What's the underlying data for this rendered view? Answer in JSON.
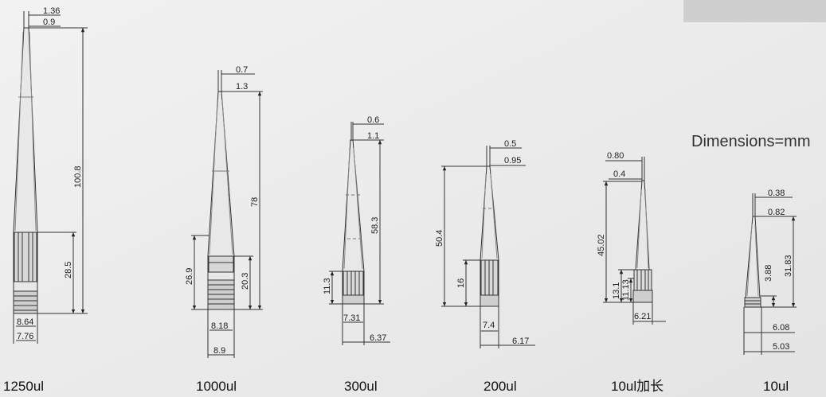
{
  "note": "Dimensions=mm",
  "tips": [
    {
      "caption": "1250ul",
      "dims": [
        "1.36",
        "0.9",
        "100.8",
        "28.5",
        "8.64",
        "7.76"
      ]
    },
    {
      "caption": "1000ul",
      "dims": [
        "0.7",
        "1.3",
        "78",
        "26.9",
        "20.3",
        "8.18",
        "8.9"
      ]
    },
    {
      "caption": "300ul",
      "dims": [
        "0.6",
        "1.1",
        "58.3",
        "11.3",
        "7.31",
        "6.37"
      ]
    },
    {
      "caption": "200ul",
      "dims": [
        "0.5",
        "0.95",
        "50.4",
        "16",
        "7.4",
        "6.17"
      ]
    },
    {
      "caption": "10ul加长",
      "dims": [
        "0.80",
        "0.4",
        "45.02",
        "13.1",
        "11.13",
        "6.21"
      ]
    },
    {
      "caption": "10ul",
      "dims": [
        "0.38",
        "0.82",
        "31.83",
        "3.88",
        "6.08",
        "5.03"
      ]
    }
  ]
}
